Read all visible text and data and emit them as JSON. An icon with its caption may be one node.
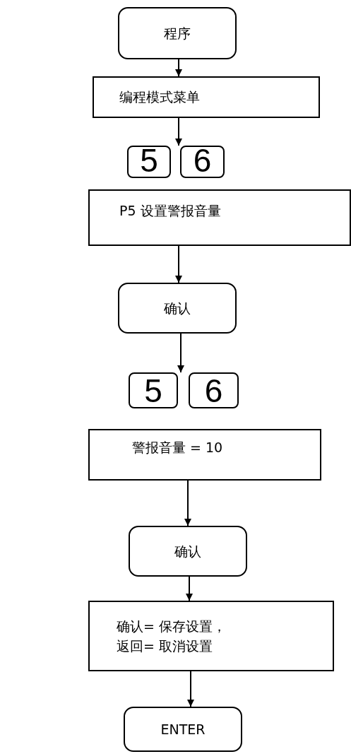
{
  "diagram": {
    "nodes": [
      {
        "text": [
          "程序"
        ]
      },
      {
        "text": [
          "编程模式菜单"
        ]
      },
      {
        "text": [
          "5"
        ]
      },
      {
        "text": [
          "6"
        ]
      },
      {
        "text": [
          "P5 设置警报音量"
        ]
      },
      {
        "text": [
          "确认"
        ]
      },
      {
        "text": [
          "5"
        ]
      },
      {
        "text": [
          "6"
        ]
      },
      {
        "text": [
          "警报音量 = 10"
        ]
      },
      {
        "text": [
          "确认"
        ]
      },
      {
        "text": [
          "确认= 保存设置，",
          "返回= 取消设置"
        ]
      },
      {
        "text": [
          "ENTER"
        ]
      }
    ],
    "edges": [
      {
        "from": 0,
        "to": 1,
        "arrow": "to"
      },
      {
        "from": 1,
        "to": 2,
        "arrow": "to"
      },
      {
        "from": 4,
        "to": 5,
        "arrow": "to"
      },
      {
        "from": 5,
        "to": 6,
        "arrow": "to"
      },
      {
        "from": 8,
        "to": 9,
        "arrow": "to"
      },
      {
        "from": 9,
        "to": 10,
        "arrow": "to"
      },
      {
        "from": 10,
        "to": 11,
        "arrow": "to"
      }
    ]
  }
}
